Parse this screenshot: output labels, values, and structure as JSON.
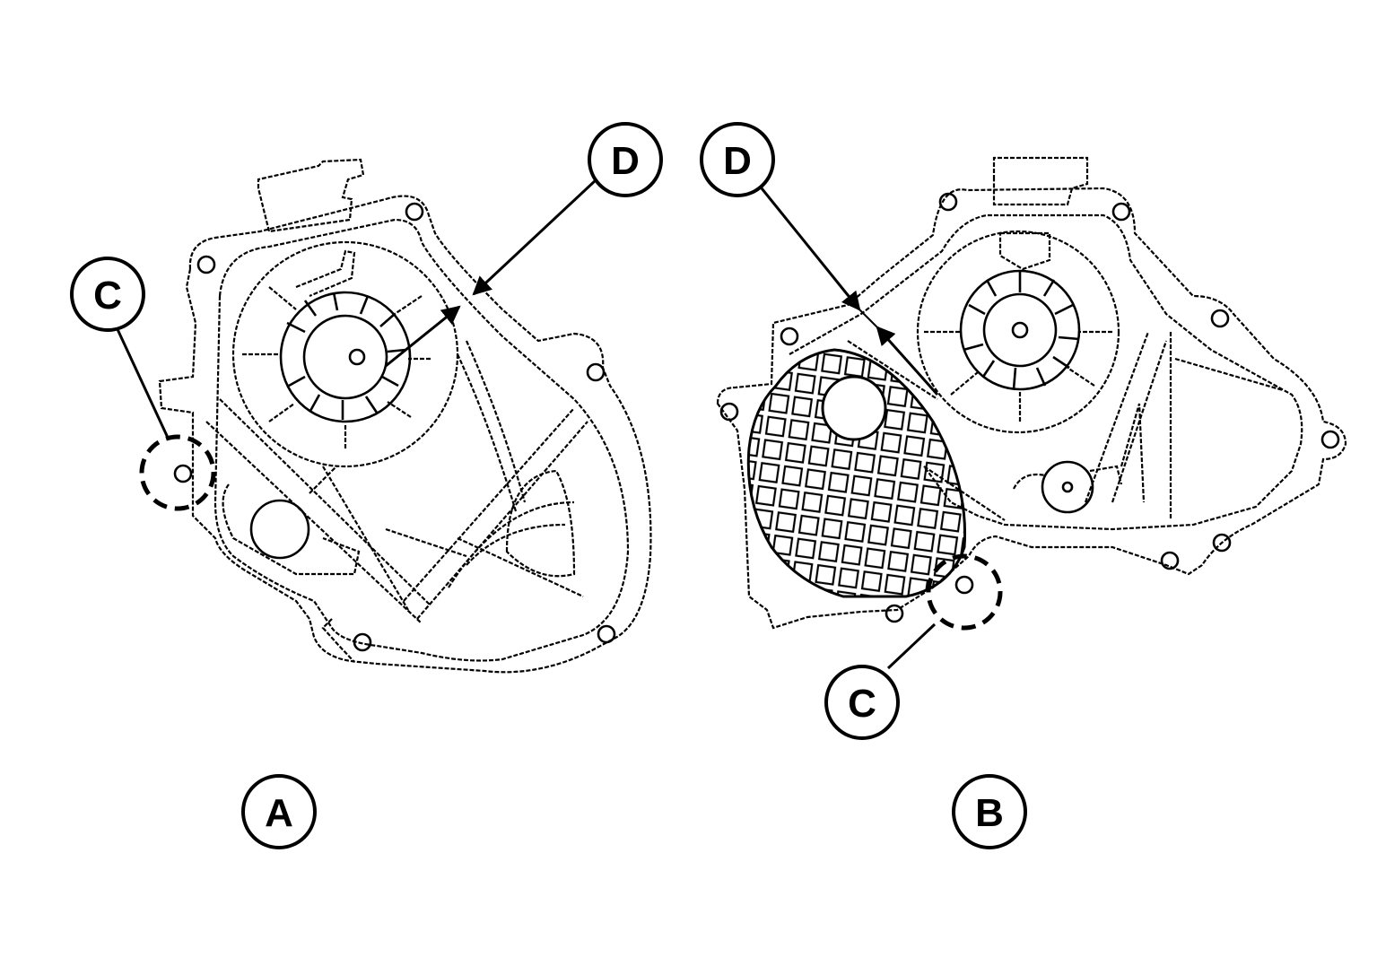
{
  "callouts": {
    "view_a": "A",
    "view_b": "B",
    "c_left": "C",
    "c_right": "C",
    "d_left": "D",
    "d_right": "D"
  },
  "colors": {
    "line": "#000000",
    "background": "#ffffff"
  }
}
